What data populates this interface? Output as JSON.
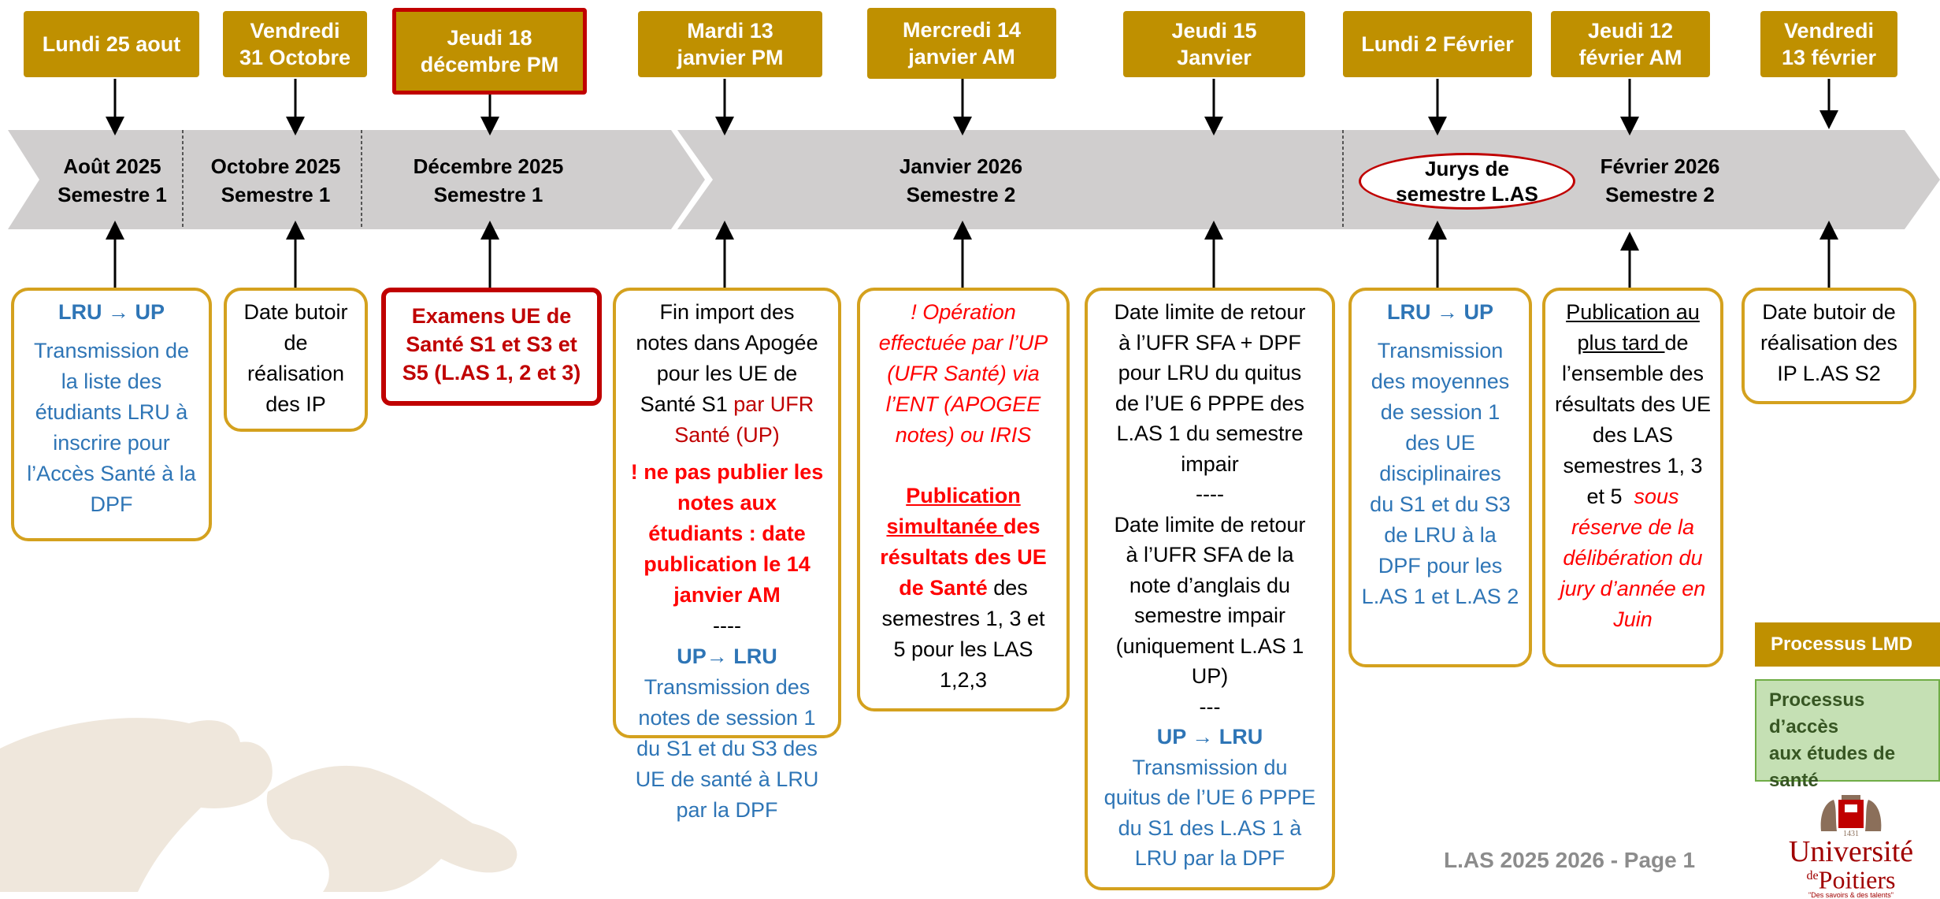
{
  "dates": [
    {
      "label": "Lundi 25 aout"
    },
    {
      "label": "Vendredi 31 Octobre"
    },
    {
      "label": "Jeudi 18 décembre PM"
    },
    {
      "label": "Mardi 13 janvier PM"
    },
    {
      "label": "Mercredi 14 janvier AM"
    },
    {
      "label": "Jeudi 15 Janvier"
    },
    {
      "label": "Lundi 2 Février"
    },
    {
      "label": "Jeudi 12 février AM"
    },
    {
      "label": "Vendredi 13 février"
    }
  ],
  "timeline": {
    "seg_aout": [
      "Août 2025",
      "Semestre 1"
    ],
    "seg_oct": [
      "Octobre 2025",
      "Semestre 1"
    ],
    "seg_dec": [
      "Décembre 2025",
      "Semestre 1"
    ],
    "seg_jan": [
      "Janvier 2026",
      "Semestre 2"
    ],
    "jurys": [
      "Jurys de",
      "semestre L.AS"
    ],
    "seg_fev": [
      "Février 2026",
      "Semestre 2"
    ]
  },
  "cards": {
    "c1": {
      "head": "LRU → UP",
      "body": [
        "Transmission de",
        "la liste des",
        "étudiants LRU à",
        "inscrire pour",
        "l’Accès Santé à la",
        "DPF"
      ]
    },
    "c2": {
      "body": [
        "Date butoir",
        "de",
        "réalisation",
        "des IP"
      ]
    },
    "c3": {
      "body": [
        "Examens UE de",
        "Santé S1 et S3 et",
        "S5 (L.AS 1, 2 et 3)"
      ]
    },
    "c4": {
      "l1": "Fin import des",
      "l2": "notes dans Apogée",
      "l3": "pour les UE de",
      "l4a": "Santé S1",
      "l4b": " par UFR",
      "l5": "Santé (UP)",
      "w1": "! ne pas publier les",
      "w2": "notes aux",
      "w3": "étudiants : date",
      "w4": "publication le 14",
      "w5": "janvier AM",
      "sep": "----",
      "head": "UP→ LRU",
      "t1": "Transmission des",
      "t2": "notes de session 1",
      "t3": "du S1 et du S3 des",
      "t4": "UE de santé à LRU",
      "t5": "par la DPF"
    },
    "c5": {
      "i1": "! Opération",
      "i2": "effectuée par l’UP",
      "i3": "(UFR Santé) via",
      "i4": "l’ENT (APOGEE",
      "i5": "notes) ou IRIS",
      "p1": "Publication",
      "p2a": "simultanée ",
      "p2b": "des",
      "p3": "résultats des UE",
      "p4a": "de Santé",
      "p4b": " des",
      "p5": "semestres 1, 3 et",
      "p6": "5 pour les LAS",
      "p7": "1,2,3"
    },
    "c6": {
      "a1": "Date limite de retour",
      "a2": "à l’UFR SFA + DPF",
      "a3": "pour LRU du quitus",
      "a4": "de l’UE 6 PPPE des",
      "a5": "L.AS 1 du semestre",
      "a6": "impair",
      "sep1": "----",
      "b1": "Date limite de retour",
      "b2": "à l’UFR SFA de la",
      "b3": "note d’anglais du",
      "b4": "semestre impair",
      "b5": "(uniquement L.AS 1",
      "b6": "UP)",
      "sep2": "---",
      "head": "UP → LRU",
      "t1": "Transmission du",
      "t2": "quitus de l’UE 6 PPPE",
      "t3": "du S1 des L.AS 1 à",
      "t4": "LRU par la DPF"
    },
    "c7": {
      "head": "LRU → UP",
      "body": [
        "Transmission",
        "des moyennes",
        "de session 1",
        "des UE",
        "disciplinaires",
        "du S1 et du S3",
        "de LRU à la",
        "DPF pour les",
        "L.AS 1 et L.AS 2"
      ]
    },
    "c8": {
      "l1a": "Publication au",
      "l2a": "plus tard ",
      "l2b": "de",
      "l3": "l’ensemble des",
      "l4": "résultats des UE",
      "l5": "des LAS",
      "l6": "semestres 1, 3",
      "l7a": "et 5  ",
      "l7b": "sous",
      "l8": "réserve de la",
      "l9": "délibération du",
      "l10": "jury d’année en",
      "l11": "Juin"
    },
    "c9": {
      "body": [
        "Date butoir de",
        "réalisation des",
        "IP L.AS S2"
      ]
    }
  },
  "legend": {
    "lmd": "Processus LMD",
    "acces": [
      "Processus d’accès",
      "aux études de",
      "santé"
    ]
  },
  "footer": "L.AS 2025 2026 - Page 1",
  "logo": {
    "year": "1431",
    "line1": "Université",
    "line2a": "de",
    "line2b": "Poitiers",
    "motto": "\"Des savoirs & des talents\""
  },
  "colors": {
    "gold": "#BF9000",
    "card_border": "#D4A11E",
    "red": "#C00000",
    "blue": "#2E75B6",
    "band": "#D0CECE"
  }
}
